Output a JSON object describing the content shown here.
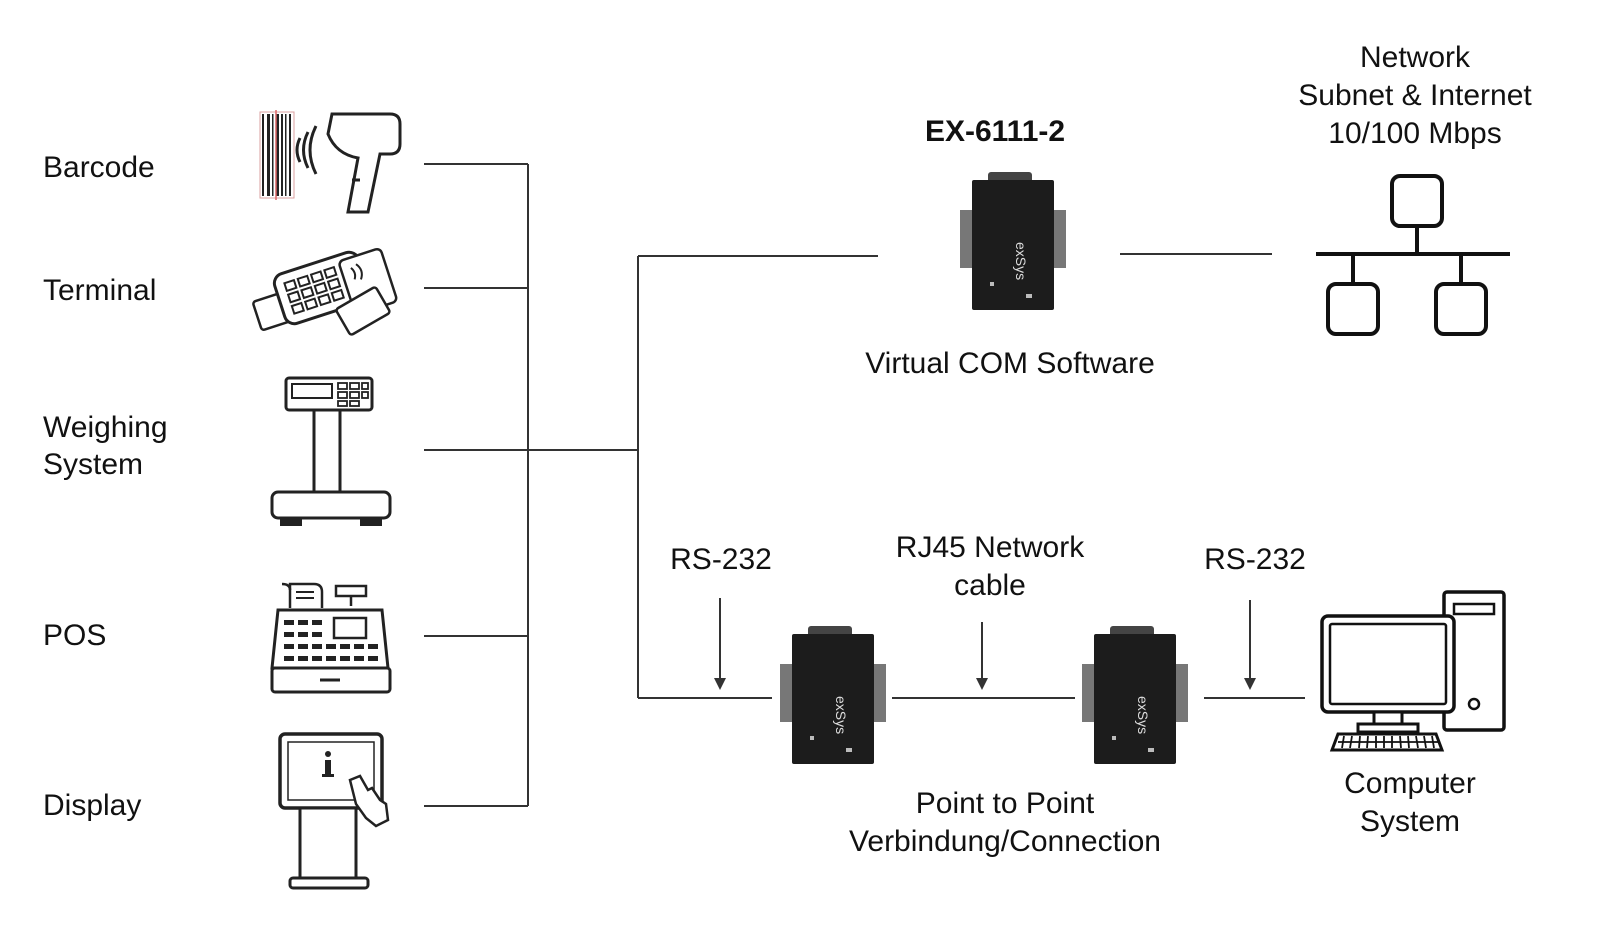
{
  "devices": {
    "barcode": "Barcode",
    "terminal": "Terminal",
    "weighing_line1": "Weighing",
    "weighing_line2": "System",
    "pos": "POS",
    "display": "Display"
  },
  "product": {
    "model": "EX-6111-2",
    "software": "Virtual COM Software",
    "brand": "exSys"
  },
  "network": {
    "line1": "Network",
    "line2": "Subnet & Internet",
    "line3": "10/100 Mbps"
  },
  "connection": {
    "rs232_left": "RS-232",
    "rs232_right": "RS-232",
    "rj45_line1": "RJ45 Network",
    "rj45_line2": "cable",
    "p2p_line1": "Point to Point",
    "p2p_line2": "Verbindung/Connection"
  },
  "computer": {
    "line1": "Computer",
    "line2": "System"
  },
  "icons": [
    "barcode-scanner-icon",
    "payment-terminal-icon",
    "scale-icon",
    "cash-register-icon",
    "info-kiosk-icon",
    "network-topology-icon",
    "computer-icon",
    "device-server-icon"
  ],
  "colors": {
    "line": "#333333",
    "device": "#1c1c1c"
  }
}
